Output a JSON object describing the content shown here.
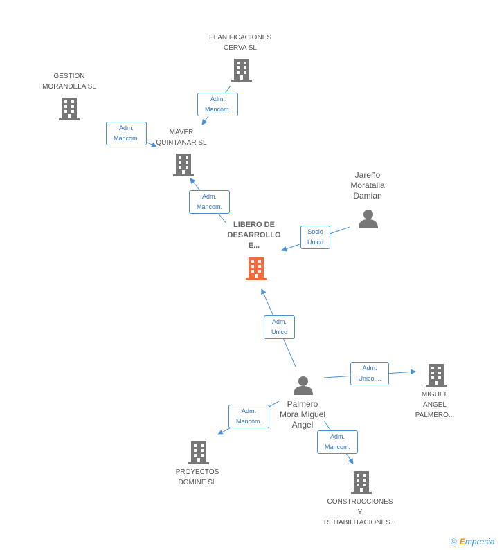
{
  "diagram": {
    "colors": {
      "edge": "#4a90d9",
      "node": "#777777",
      "focus": "#f26a3d"
    },
    "nodes": {
      "planificaciones": {
        "label": "PLANIFICACIONES\nCERVA SL",
        "icon": "building-icon"
      },
      "gestion": {
        "label": "GESTION\nMORANDELA SL",
        "icon": "building-icon"
      },
      "maver": {
        "label": "MAVER\nQUINTANAR SL",
        "icon": "building-icon"
      },
      "jareno": {
        "label": "Jareño\nMoratalla\nDamian",
        "icon": "person-icon"
      },
      "libero": {
        "label": "LIBERO DE\nDESARROLLO\nE...",
        "icon": "building-icon"
      },
      "palmero": {
        "label": "Palmero\nMora Miguel\nAngel",
        "icon": "person-icon"
      },
      "miguel": {
        "label": "MIGUEL\nANGEL\nPALMERO...",
        "icon": "building-icon"
      },
      "proyectos": {
        "label": "PROYECTOS\nDOMINE SL",
        "icon": "building-icon"
      },
      "construcciones": {
        "label": "CONSTRUCCIONES\nY\nREHABILITACIONES...",
        "icon": "building-icon"
      }
    },
    "edges": {
      "e1": {
        "label": "Adm.\nMancom."
      },
      "e2": {
        "label": "Adm.\nMancom."
      },
      "e3": {
        "label": "Adm.\nMancom."
      },
      "e4": {
        "label": "Socio\nÚnico"
      },
      "e5": {
        "label": "Adm.\nUnico"
      },
      "e6": {
        "label": "Adm.\nUnico,..."
      },
      "e7": {
        "label": "Adm.\nMancom."
      },
      "e8": {
        "label": "Adm.\nMancom."
      }
    }
  },
  "footer": {
    "copyright_symbol": "©",
    "brand_first": "E",
    "brand_rest": "mpresia"
  }
}
